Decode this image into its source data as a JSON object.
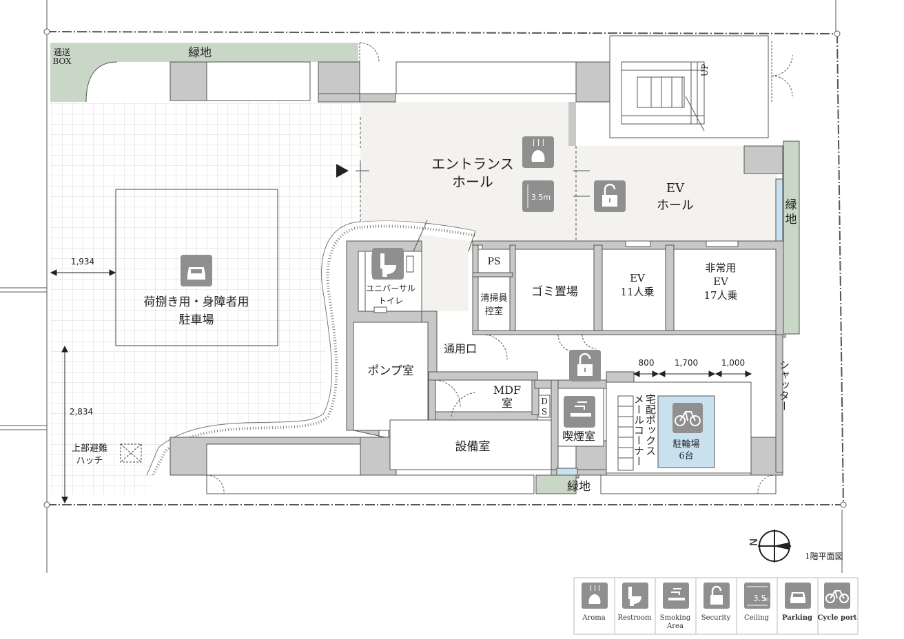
{
  "rooms": {
    "entrance_hall": [
      "エントランス",
      "ホール"
    ],
    "ev_hall": [
      "EV",
      "ホール"
    ],
    "parking": [
      "荷捌き用・身障者用",
      "駐車場"
    ],
    "greenery": "緑地",
    "greenery_side": [
      "緑",
      "地"
    ],
    "delivery_box": [
      "逓送",
      "BOX"
    ],
    "universal_toilet": [
      "ユニバーサル",
      "トイレ"
    ],
    "ps": "PS",
    "cleaner_room": [
      "清掃員",
      "控室"
    ],
    "garbage": "ゴミ置場",
    "ev1": [
      "EV",
      "11人乗"
    ],
    "ev2": [
      "非常用",
      "EV",
      "17人乗"
    ],
    "service_entrance": "通用口",
    "pump_room": "ポンプ室",
    "mdf_room": [
      "MDF",
      "室"
    ],
    "ds": [
      "D",
      "S"
    ],
    "equipment_room": "設備室",
    "smoking_room": "喫煙室",
    "mailbox_corner": [
      "宅配ボックス",
      "メールコーナー"
    ],
    "bicycle_parking": [
      "駐輪場",
      "6台"
    ],
    "shutter": "シャッター",
    "escape_hatch": [
      "上部避難",
      "ハッチ"
    ],
    "stairs_up": "UP"
  },
  "dimensions": {
    "d1934": "1,934",
    "d2834": "2,834",
    "d800": "800",
    "d1700": "1,700",
    "d1000": "1,000"
  },
  "ceiling_height": "3.5m",
  "compass_north": "N",
  "floor_title": "1階平面図",
  "legend": [
    {
      "icon": "aroma-icon",
      "label": [
        "Aroma"
      ]
    },
    {
      "icon": "restroom-icon",
      "label": [
        "Restroom"
      ]
    },
    {
      "icon": "smoking-area-icon",
      "label": [
        "Smoking",
        "Area"
      ]
    },
    {
      "icon": "security-icon",
      "label": [
        "Security"
      ]
    },
    {
      "icon": "ceiling-icon",
      "label": [
        "Ceiling"
      ]
    },
    {
      "icon": "parking-icon",
      "label": [
        "Parking"
      ]
    },
    {
      "icon": "cycle-port-icon",
      "label": [
        "Cycle port"
      ]
    }
  ],
  "legend_ceiling_value": "3.5",
  "legend_ceiling_unit": "m",
  "colors": {
    "wall": "#c8c8c8",
    "hall_floor": "#f4f2ee",
    "greenery": "#c9d8c6",
    "bike_highlight": "#c9e0ef",
    "icon_fill": "#8f8f8f",
    "grid_line": "#d8d8d8"
  }
}
